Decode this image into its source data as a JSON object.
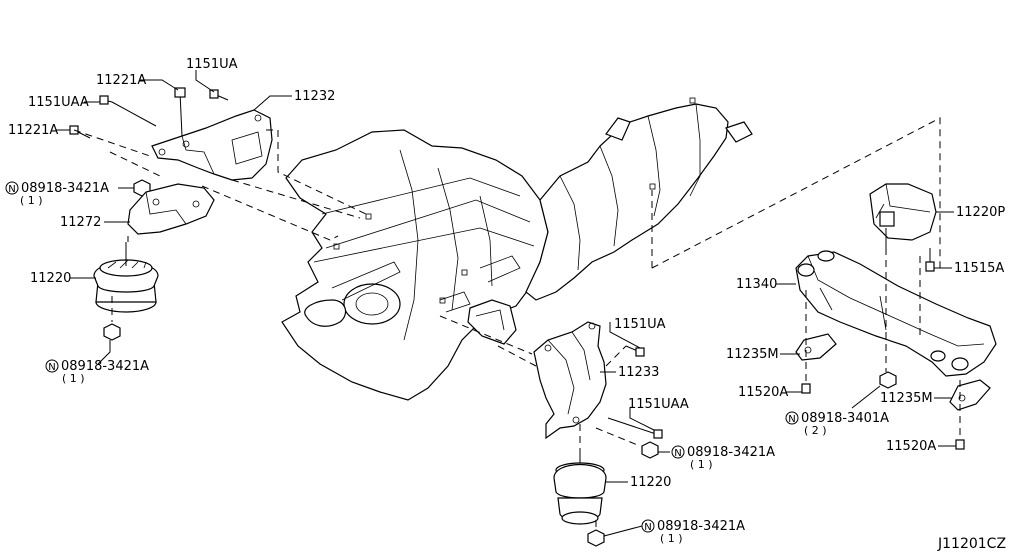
{
  "diagram_id": "J11201CZ",
  "nut_symbol": "N",
  "callouts": [
    {
      "key": "c_11221A_top",
      "part": "11221A"
    },
    {
      "key": "c_1151UA_top",
      "part": "1151UA"
    },
    {
      "key": "c_1151UAA_top",
      "part": "1151UAA"
    },
    {
      "key": "c_11232",
      "part": "11232"
    },
    {
      "key": "c_11221A_left",
      "part": "11221A"
    },
    {
      "key": "c_08918_1",
      "part": "08918-3421A",
      "qty": "( 1 )"
    },
    {
      "key": "c_11272",
      "part": "11272"
    },
    {
      "key": "c_11220_left",
      "part": "11220"
    },
    {
      "key": "c_08918_2",
      "part": "08918-3421A",
      "qty": "( 1 )"
    },
    {
      "key": "c_11220P",
      "part": "11220P"
    },
    {
      "key": "c_11515A",
      "part": "11515A"
    },
    {
      "key": "c_11340",
      "part": "11340"
    },
    {
      "key": "c_1151UA_mid",
      "part": "1151UA"
    },
    {
      "key": "c_11235M_left",
      "part": "11235M"
    },
    {
      "key": "c_11233",
      "part": "11233"
    },
    {
      "key": "c_11520A_left",
      "part": "11520A"
    },
    {
      "key": "c_08918_3401A",
      "part": "08918-3401A",
      "qty": "( 2 )"
    },
    {
      "key": "c_11235M_right",
      "part": "11235M"
    },
    {
      "key": "c_1151UAA_mid",
      "part": "1151UAA"
    },
    {
      "key": "c_08918_3",
      "part": "08918-3421A",
      "qty": "( 1 )"
    },
    {
      "key": "c_11520A_right",
      "part": "11520A"
    },
    {
      "key": "c_11220_right",
      "part": "11220"
    },
    {
      "key": "c_08918_4",
      "part": "08918-3421A",
      "qty": "( 1 )"
    }
  ]
}
